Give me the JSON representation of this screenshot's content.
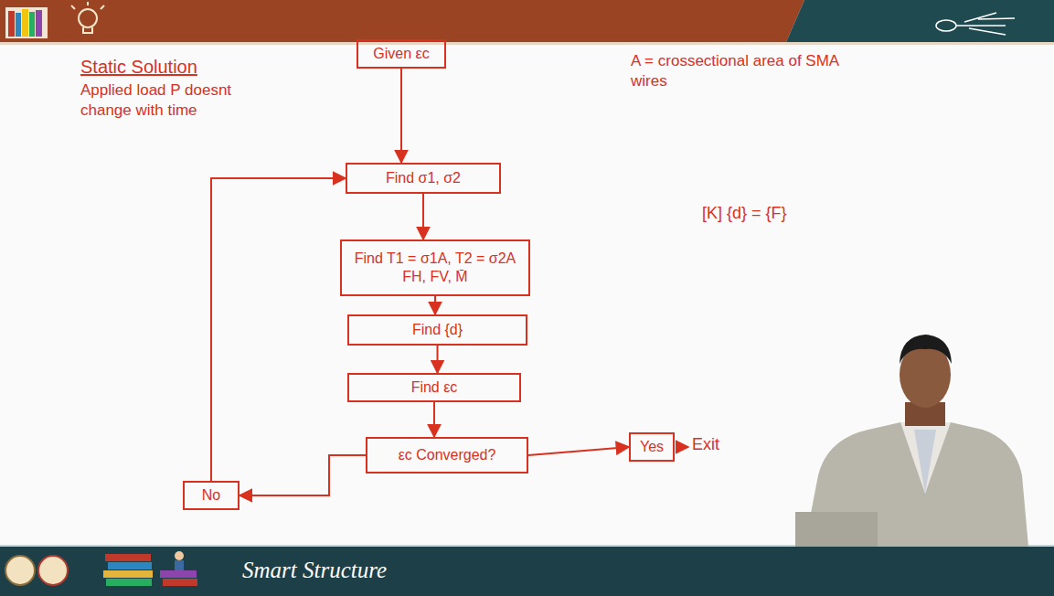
{
  "diagram": {
    "nodes": [
      {
        "text": [
          "Given εc"
        ]
      },
      {
        "text": [
          "Find σ1, σ2"
        ]
      },
      {
        "text": [
          "Find T1 = σ1A, T2 = σ2A",
          "FH, FV, M̄"
        ]
      },
      {
        "text": [
          "Find {d}"
        ]
      },
      {
        "text": [
          "Find εc"
        ]
      },
      {
        "text": [
          "εc Converged?"
        ]
      },
      {
        "text": [
          "Yes"
        ]
      },
      {
        "text": [
          "No"
        ]
      }
    ],
    "edges": [
      {
        "from": 0,
        "to": 1,
        "arrow": "to"
      },
      {
        "from": 1,
        "to": 2,
        "arrow": "to"
      },
      {
        "from": 2,
        "to": 3,
        "arrow": "to"
      },
      {
        "from": 3,
        "to": 4,
        "arrow": "to"
      },
      {
        "from": 4,
        "to": 5,
        "arrow": "to"
      },
      {
        "from": 5,
        "to": 6,
        "arrow": "to"
      },
      {
        "from": 5,
        "to": 7,
        "arrow": "to"
      },
      {
        "from": 7,
        "to": 1,
        "arrow": "to"
      }
    ],
    "labels": [
      "Static Solution",
      "Applied load P doesnt change with time",
      "A = crossectional area of SMA wires",
      "[K] {d} = {F}",
      "Exit",
      "Smart Structure"
    ]
  }
}
